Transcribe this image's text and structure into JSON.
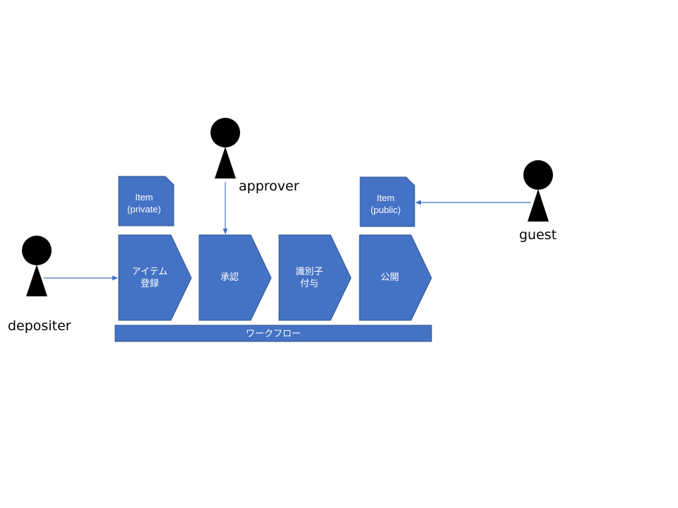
{
  "colors": {
    "shape_fill": "#4472c4",
    "shape_stroke": "#2f528f",
    "actor": "#000000",
    "arrow": "#4472c4",
    "text_on_shape": "#ffffff"
  },
  "actors": {
    "depositer": {
      "label": "depositer"
    },
    "approver": {
      "label": "approver"
    },
    "guest": {
      "label": "guest"
    }
  },
  "items": {
    "private": {
      "line1": "Item",
      "line2": "(private)"
    },
    "public": {
      "line1": "Item",
      "line2": "(public)"
    }
  },
  "steps": [
    {
      "line1": "アイテム",
      "line2": "登録"
    },
    {
      "line1": "承認",
      "line2": ""
    },
    {
      "line1": "識別子",
      "line2": "付与"
    },
    {
      "line1": "公開",
      "line2": ""
    }
  ],
  "workflow": {
    "label": "ワークフロー"
  }
}
